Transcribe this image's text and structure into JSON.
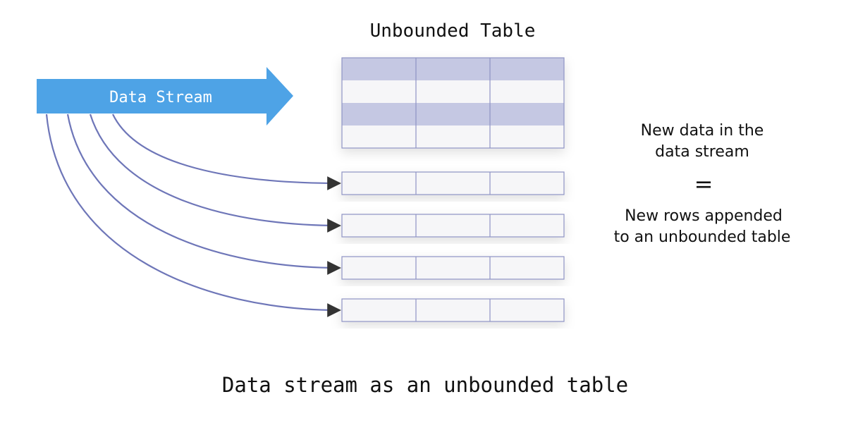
{
  "title": "Unbounded Table",
  "stream_label": "Data Stream",
  "note": {
    "line1": "New data in the",
    "line2": "data stream",
    "equals": "=",
    "line3": "New rows appended",
    "line4": "to an unbounded table"
  },
  "caption": "Data stream as an unbounded table",
  "colors": {
    "arrow": "#4EA3E6",
    "highlight_row": "#C5C8E3",
    "plain_row": "#F6F6F8",
    "border": "#8E93C4",
    "curve": "#6E76B8",
    "text": "#111111"
  }
}
